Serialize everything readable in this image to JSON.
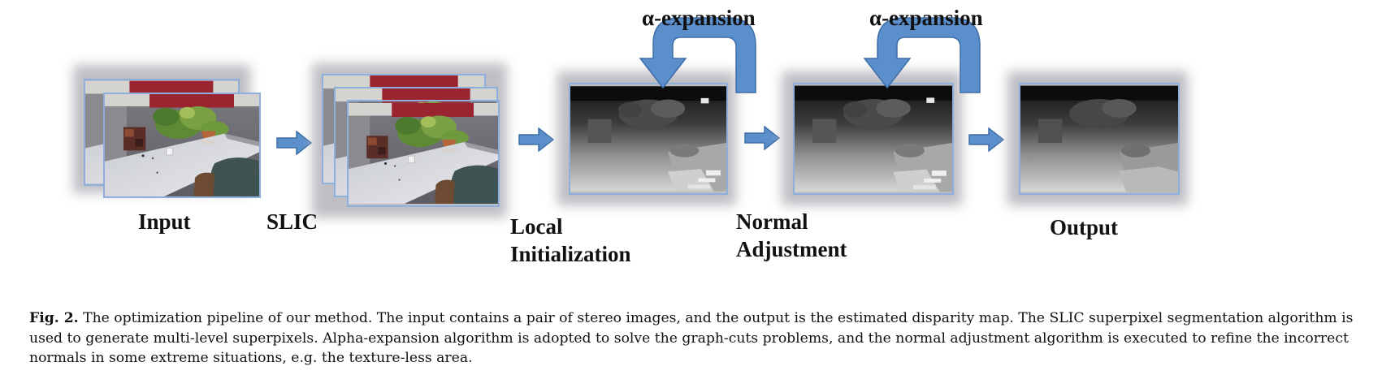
{
  "figure": {
    "stages": {
      "input": "Input",
      "slic": "SLIC",
      "local_line1": "Local",
      "local_line2": "Initialization",
      "normal_line1": "Normal",
      "normal_line2": "Adjustment",
      "output": "Output"
    },
    "loops": {
      "first": "α-expansion",
      "second": "α-expansion"
    },
    "colors": {
      "arrow_fill": "#5b8fcb",
      "arrow_stroke": "#3f6fa8",
      "frame_border": "#8eaedb",
      "glow": "#b7b7bd"
    },
    "icons": {
      "flow_arrow": "right-arrow-icon",
      "loop_arrow": "curved-loop-arrow-icon"
    }
  },
  "caption": {
    "label": "Fig. 2.",
    "text": " The optimization pipeline of our method. The input contains a pair of stereo images, and the output is the estimated disparity map. The SLIC superpixel segmentation algorithm is used to generate multi-level superpixels. Alpha-expansion algorithm is adopted to solve the graph-cuts problems, and the normal adjustment algorithm is executed to refine the incorrect normals in some extreme situations, e.g. the texture-less area."
  }
}
